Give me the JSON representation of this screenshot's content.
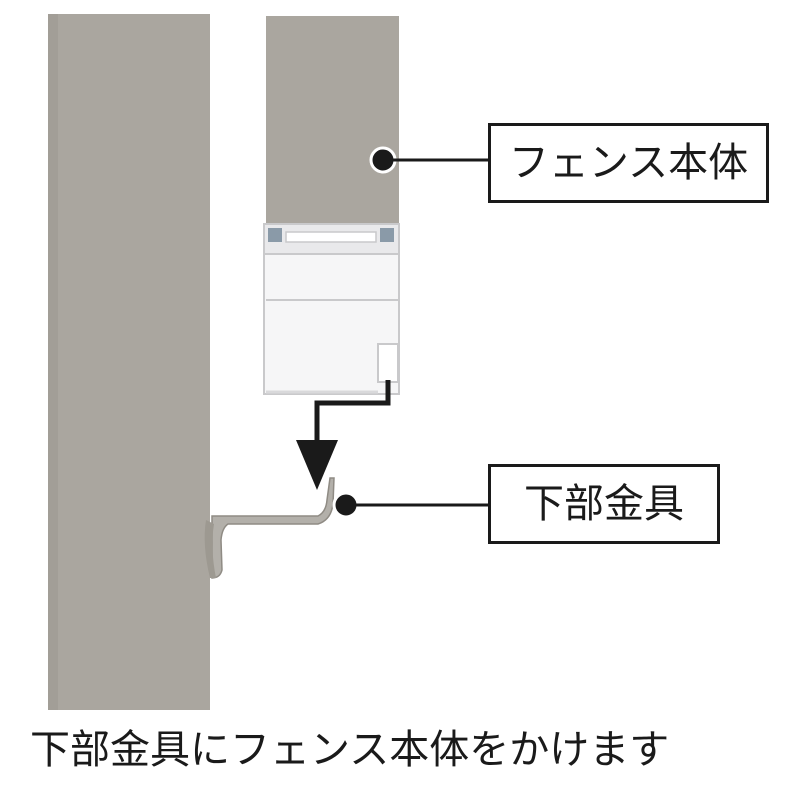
{
  "labels": {
    "fence_body": "フェンス本体",
    "lower_bracket": "下部金具"
  },
  "caption": "下部金具にフェンス本体をかけます",
  "colors": {
    "post": "#aaa69f",
    "post_edge": "#9c978f",
    "frame": "#d4d4d6",
    "ink": "#1a1a1a"
  }
}
